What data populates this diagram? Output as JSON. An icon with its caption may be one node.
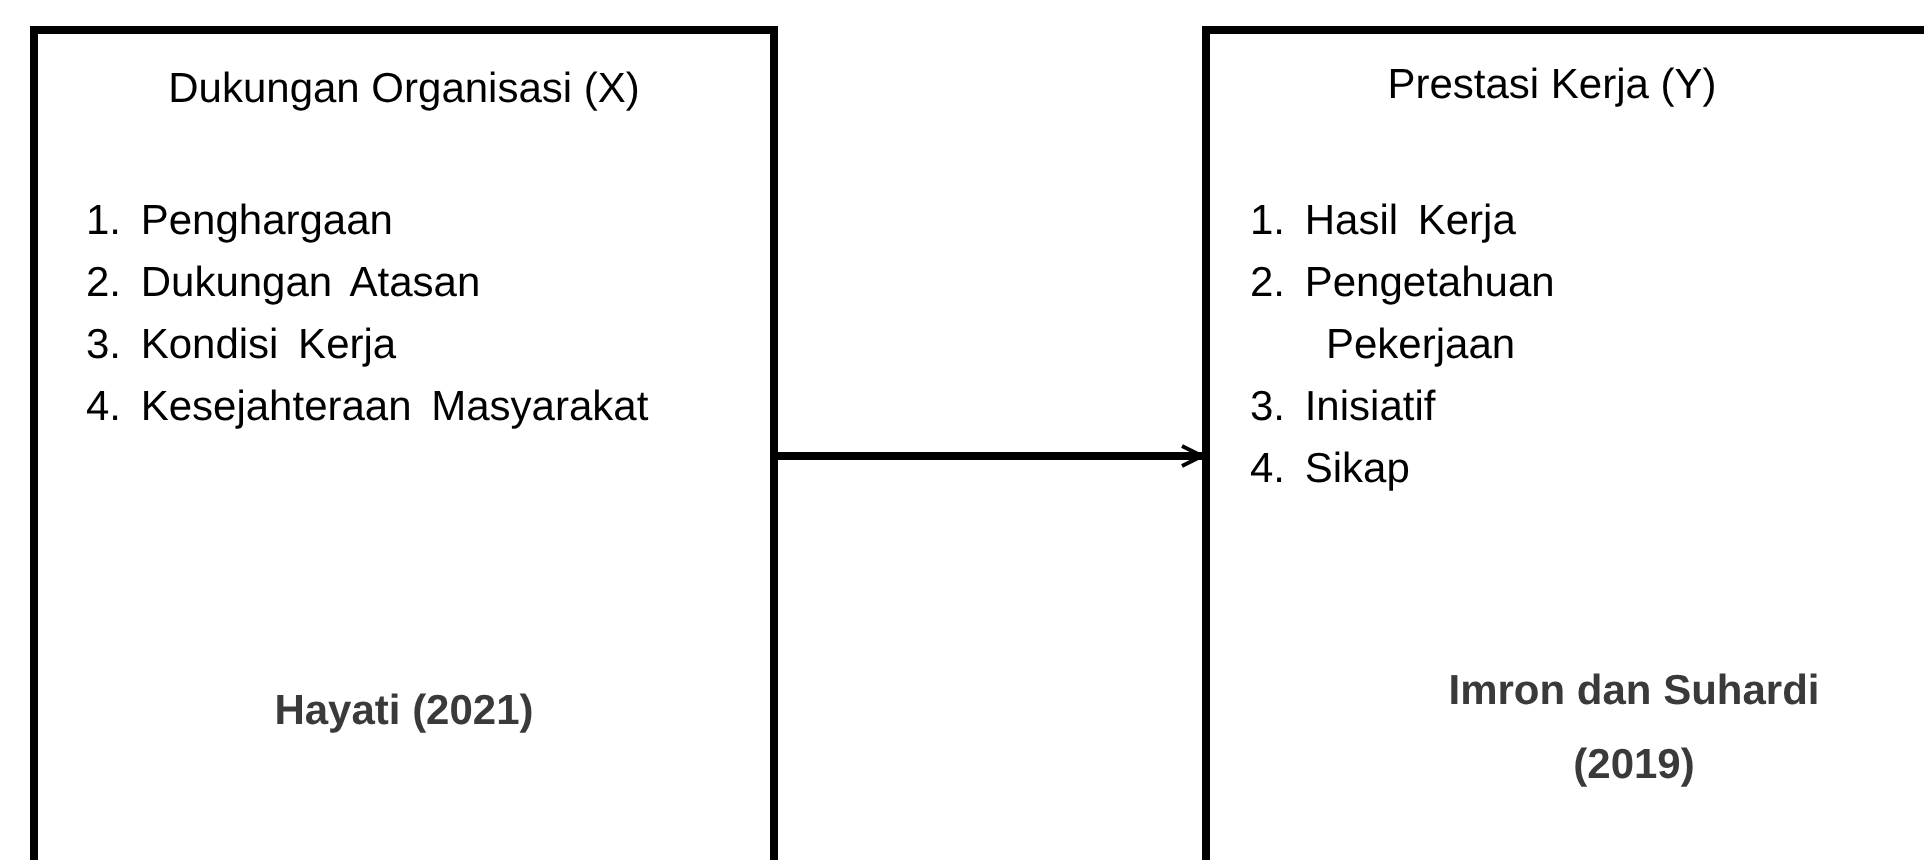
{
  "diagram": {
    "nodes": [
      {
        "text": [
          "Dukungan Organisasi (X)",
          "1. Penghargaan",
          "2. Dukungan Atasan",
          "3. Kondisi Kerja",
          "4. Kesejahteraan Masyarakat",
          "Hayati (2021)"
        ]
      },
      {
        "text": [
          "Prestasi Kerja (Y)",
          "1. Hasil Kerja",
          "2. Pengetahuan Pekerjaan",
          "3. Inisiatif",
          "4. Sikap",
          "Imron dan Suhardi (2019)"
        ]
      }
    ],
    "edges": [
      {
        "from": 0,
        "to": 1,
        "arrow": "to"
      }
    ]
  }
}
